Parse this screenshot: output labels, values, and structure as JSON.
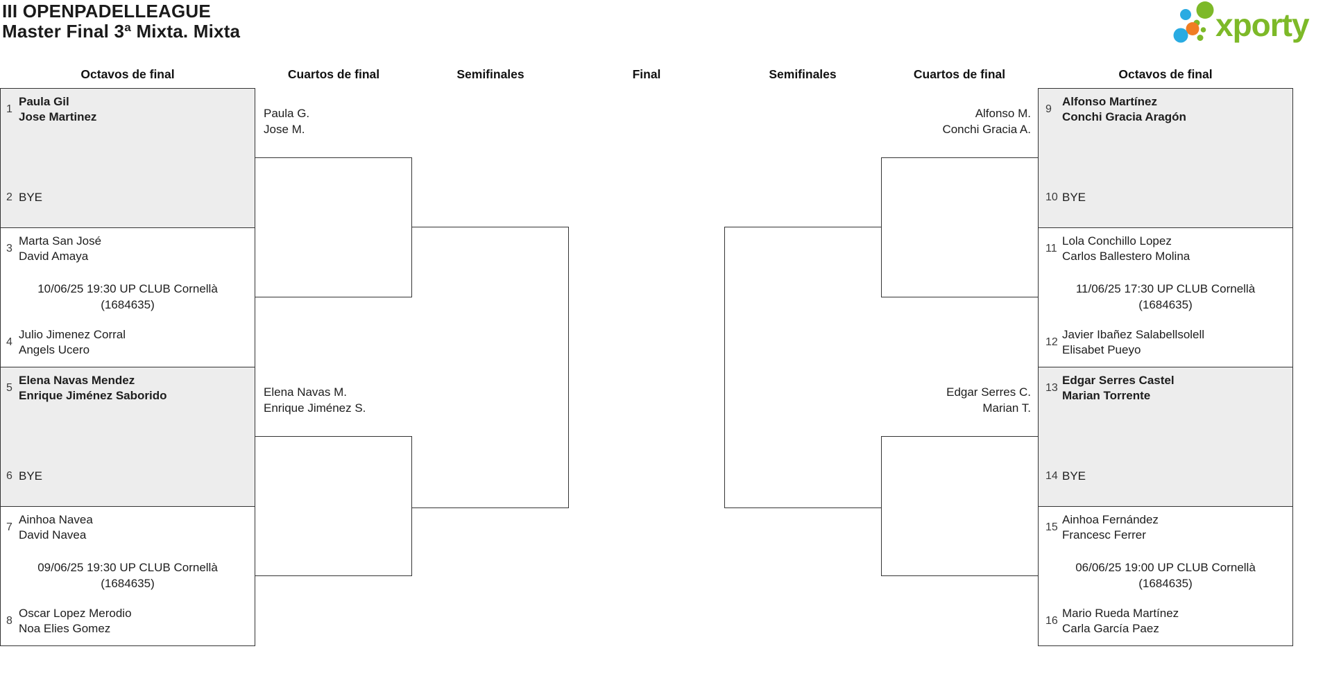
{
  "page": {
    "title_line1": "III OPENPADELLEAGUE",
    "title_line2": "Master Final 3ª Mixta. Mixta"
  },
  "logo": {
    "text": "xporty",
    "green": "#7DB928",
    "blue": "#29ABE2",
    "orange": "#F07D23"
  },
  "rounds": [
    "Octavos de final",
    "Cuartos de final",
    "Semifinales",
    "Final",
    "Semifinales",
    "Cuartos de final",
    "Octavos de final"
  ],
  "colors": {
    "box_shaded": "#EDEDED",
    "line": "#333333",
    "text": "#1d1d1d"
  },
  "left": {
    "matches": [
      {
        "seed_a": "1",
        "team_a": [
          "Paula Gil",
          "Jose Martinez"
        ],
        "seed_b": "2",
        "team_b": [
          "BYE"
        ]
      },
      {
        "seed_a": "3",
        "team_a": [
          "Marta San José",
          "David Amaya"
        ],
        "info": [
          "10/06/25 19:30 UP CLUB Cornellà",
          "(1684635)"
        ],
        "seed_b": "4",
        "team_b": [
          "Julio Jimenez Corral",
          "Angels Ucero"
        ]
      },
      {
        "seed_a": "5",
        "team_a": [
          "Elena Navas Mendez",
          "Enrique Jiménez Saborido"
        ],
        "seed_b": "6",
        "team_b": [
          "BYE"
        ]
      },
      {
        "seed_a": "7",
        "team_a": [
          "Ainhoa Navea",
          "David Navea"
        ],
        "info": [
          "09/06/25 19:30 UP CLUB Cornellà",
          "(1684635)"
        ],
        "seed_b": "8",
        "team_b": [
          "Oscar Lopez Merodio",
          "Noa Elies Gomez"
        ]
      }
    ],
    "advancers": [
      [
        "Paula G.",
        "Jose M."
      ],
      [
        "Elena Navas M.",
        "Enrique Jiménez S."
      ]
    ]
  },
  "right": {
    "matches": [
      {
        "seed_a": "9",
        "team_a": [
          "Alfonso Martínez",
          "Conchi Gracia Aragón"
        ],
        "seed_b": "10",
        "team_b": [
          "BYE"
        ]
      },
      {
        "seed_a": "11",
        "team_a": [
          "Lola Conchillo Lopez",
          "Carlos Ballestero Molina"
        ],
        "info": [
          "11/06/25 17:30 UP CLUB Cornellà",
          "(1684635)"
        ],
        "seed_b": "12",
        "team_b": [
          "Javier Ibañez Salabellsolell",
          "Elisabet Pueyo"
        ]
      },
      {
        "seed_a": "13",
        "team_a": [
          "Edgar Serres Castel",
          "Marian Torrente"
        ],
        "seed_b": "14",
        "team_b": [
          "BYE"
        ]
      },
      {
        "seed_a": "15",
        "team_a": [
          "Ainhoa Fernández",
          "Francesc Ferrer"
        ],
        "info": [
          "06/06/25 19:00 UP CLUB Cornellà",
          "(1684635)"
        ],
        "seed_b": "16",
        "team_b": [
          "Mario Rueda Martínez",
          "Carla García Paez"
        ]
      }
    ],
    "advancers": [
      [
        "Alfonso M.",
        "Conchi Gracia A."
      ],
      [
        "Edgar Serres C.",
        "Marian T."
      ]
    ]
  }
}
